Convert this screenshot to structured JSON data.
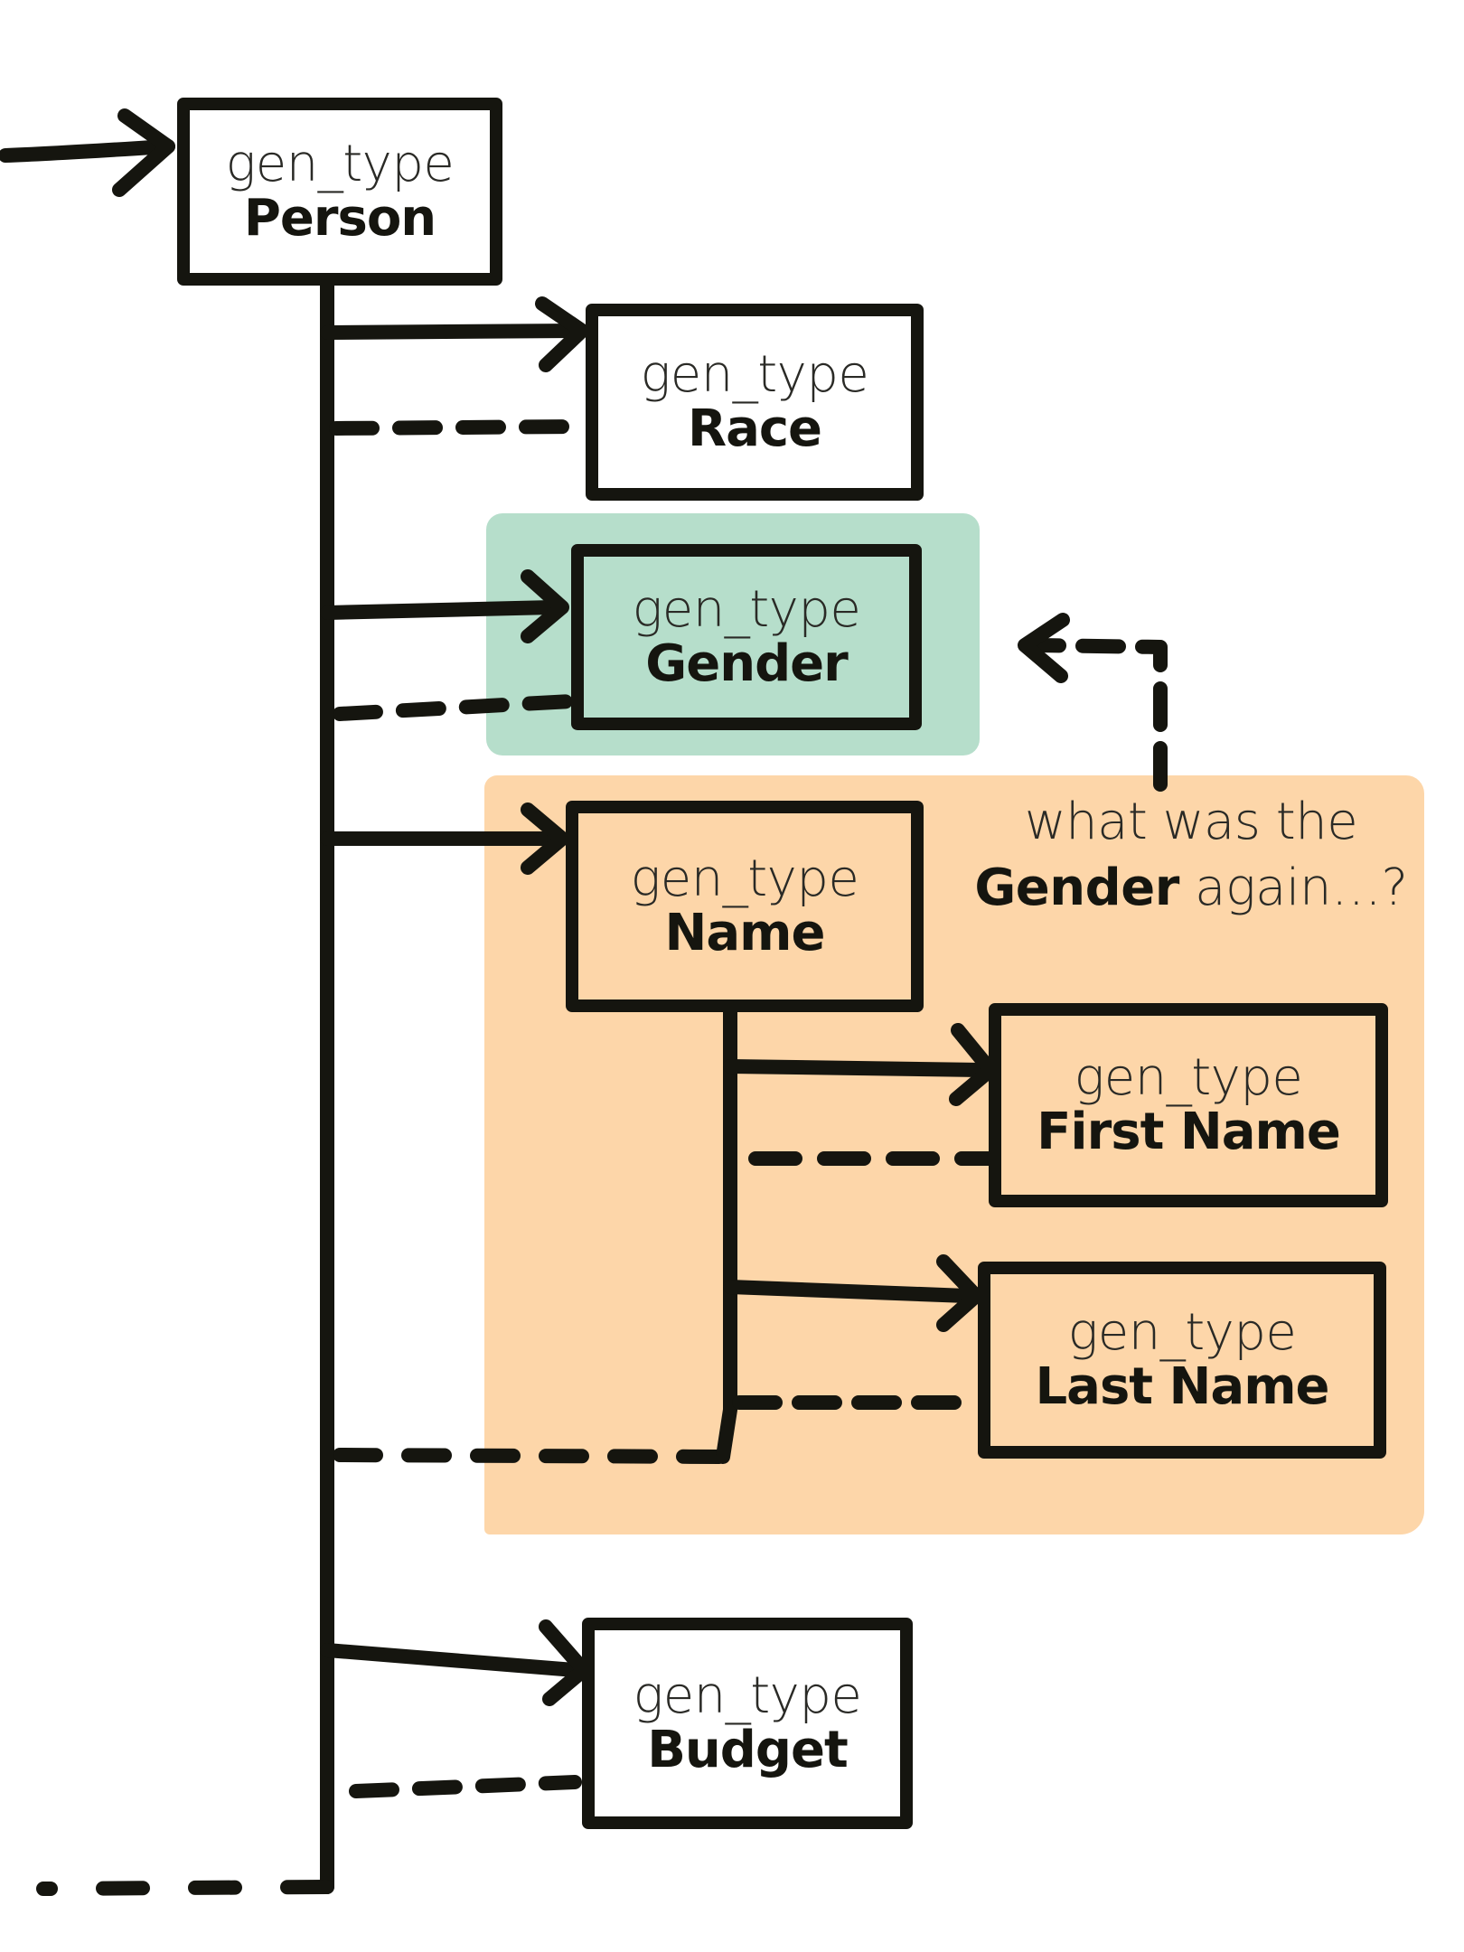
{
  "colors": {
    "ink": "#15150f",
    "highlight_green": "#b6decb",
    "highlight_orange": "#fdd6a9",
    "background": "#ffffff"
  },
  "nodes": {
    "person": {
      "type": "gen_type",
      "name": "Person"
    },
    "race": {
      "type": "gen_type",
      "name": "Race"
    },
    "gender": {
      "type": "gen_type",
      "name": "Gender"
    },
    "name": {
      "type": "gen_type",
      "name": "Name"
    },
    "first_name": {
      "type": "gen_type",
      "name": "First Name"
    },
    "last_name": {
      "type": "gen_type",
      "name": "Last Name"
    },
    "budget": {
      "type": "gen_type",
      "name": "Budget"
    }
  },
  "annotation": {
    "line1": "what was the",
    "bold": "Gender",
    "rest": " again…?"
  }
}
